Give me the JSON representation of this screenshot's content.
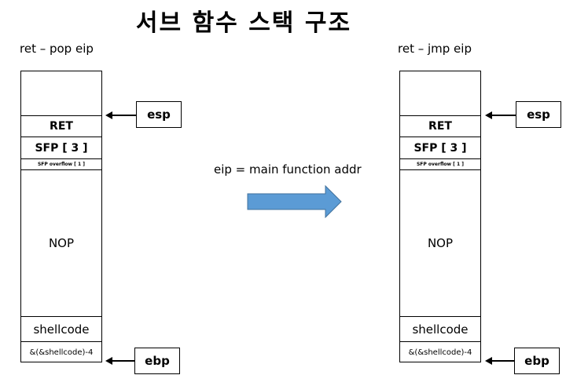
{
  "title": "서브 함수 스택 구조",
  "left": {
    "label": "ret – pop eip",
    "cells": [
      "RET",
      "SFP [ 3 ]",
      "SFP overflow [ 1 ]",
      "NOP",
      "shellcode",
      "&(&shellcode)-4"
    ]
  },
  "right": {
    "label": "ret – jmp eip",
    "cells": [
      "RET",
      "SFP [ 3 ]",
      "SFP overflow [ 1 ]",
      "NOP",
      "shellcode",
      "&(&shellcode)-4"
    ]
  },
  "registers": {
    "esp": "esp",
    "ebp": "ebp"
  },
  "middle": {
    "label": "eip = main function addr"
  },
  "colors": {
    "arrow_fill": "#5b9bd5",
    "line": "#000000"
  }
}
